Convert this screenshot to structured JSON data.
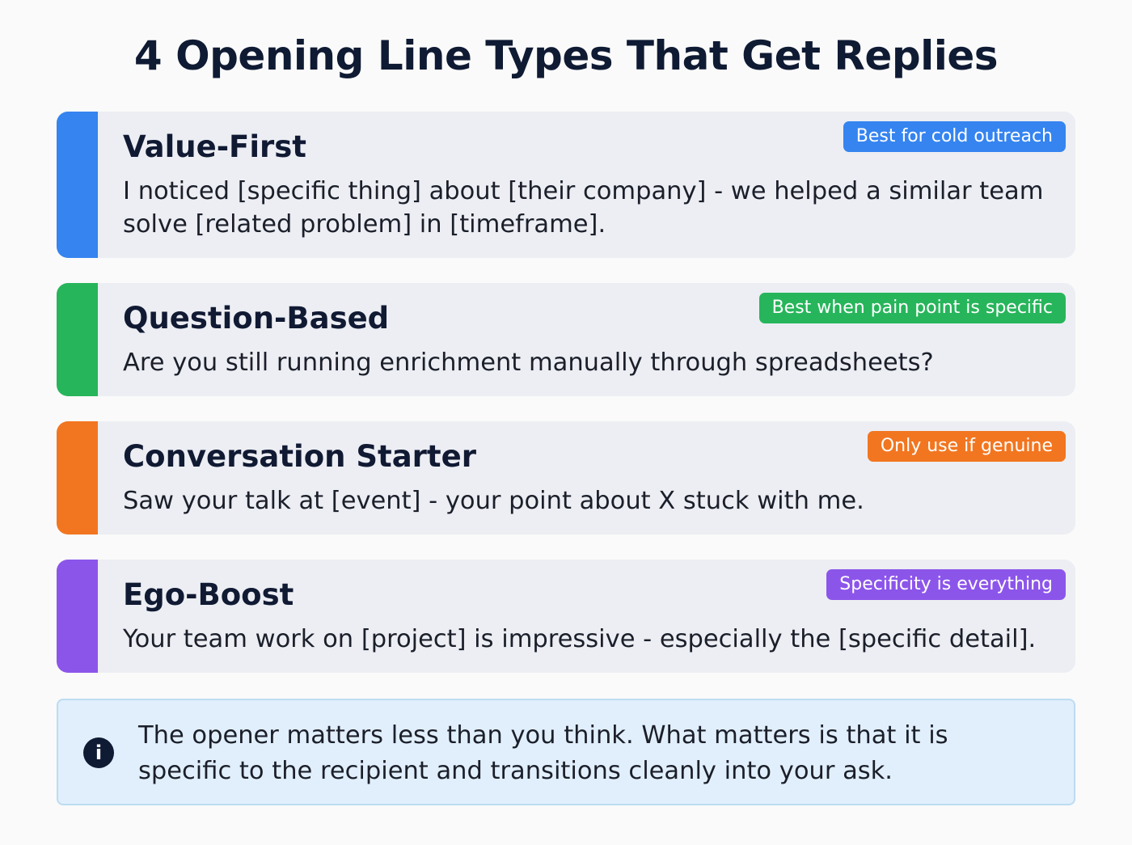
{
  "title": "4 Opening Line Types That Get Replies",
  "cards": [
    {
      "heading": "Value-First",
      "body": "I noticed [specific thing] about [their company] - we helped a similar team solve [related problem] in [timeframe].",
      "badge": "Best for cold outreach",
      "color": "#3584f0"
    },
    {
      "heading": "Question-Based",
      "body": "Are you still running enrichment manually through spreadsheets?",
      "badge": "Best when pain point is specific",
      "color": "#27b55b"
    },
    {
      "heading": "Conversation Starter",
      "body": "Saw your talk at [event] - your point about X stuck with me.",
      "badge": "Only use if genuine",
      "color": "#f27620"
    },
    {
      "heading": "Ego-Boost",
      "body": "Your team work on [project] is impressive - especially the [specific detail].",
      "badge": "Specificity is everything",
      "color": "#8c55ea"
    }
  ],
  "note": {
    "icon": "info-icon",
    "text": "The opener matters less than you think. What matters is that it is specific to the recipient and transitions cleanly into your ask."
  }
}
